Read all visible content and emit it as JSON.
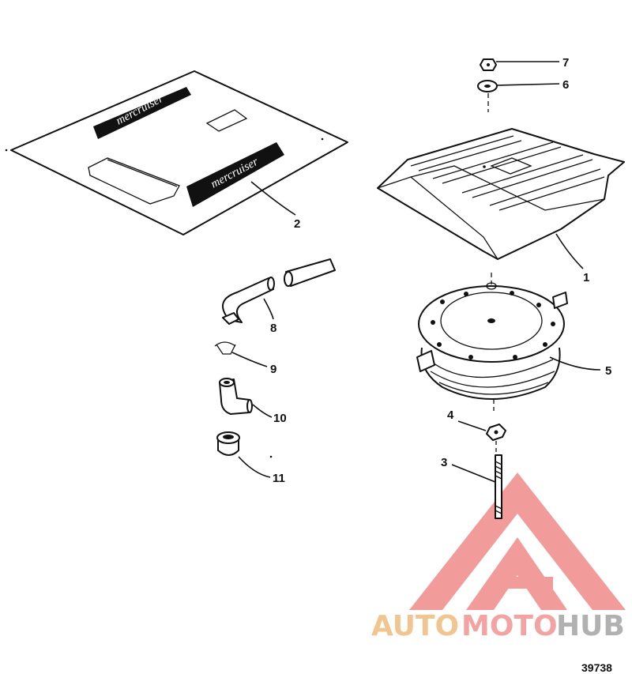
{
  "callouts": {
    "c1": "1",
    "c2": "2",
    "c3": "3",
    "c4": "4",
    "c5": "5",
    "c6": "6",
    "c7": "7",
    "c8": "8",
    "c9": "9",
    "c10": "10",
    "c11": "11"
  },
  "decal_text": "mercruiser",
  "figure_number": "39738",
  "watermark": {
    "part1": "AUTO",
    "part2": "MOTO",
    "part3": "HUB"
  },
  "colors": {
    "watermark_red": "#f08a8a",
    "watermark_orange": "#f0bf84",
    "watermark_gray": "#a9a9a9",
    "ink": "#111111"
  }
}
